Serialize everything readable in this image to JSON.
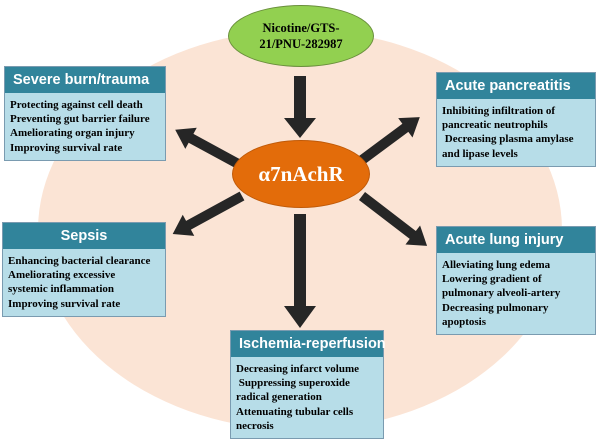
{
  "colors": {
    "background_ellipse": "#fbe4d5",
    "box_header": "#31849b",
    "box_body": "#b7dde8",
    "agonist_ellipse": "#92d050",
    "receptor_ellipse": "#e36c0a",
    "arrow": "#262626"
  },
  "agonists": {
    "line1": "Nicotine/GTS-",
    "line2": "21/PNU-282987"
  },
  "receptor": {
    "label": "α7nAchR"
  },
  "boxes": {
    "burn": {
      "title": "Severe burn/trauma",
      "items": [
        "Protecting against cell death",
        "Preventing gut barrier failure",
        "Ameliorating organ injury",
        "Improving survival rate"
      ]
    },
    "pancreatitis": {
      "title": "Acute pancreatitis",
      "items": [
        "Inhibiting infiltration of",
        "pancreatic neutrophils",
        " Decreasing plasma amylase",
        "and lipase levels"
      ]
    },
    "sepsis": {
      "title": "Sepsis",
      "items": [
        "Enhancing bacterial clearance",
        "Ameliorating excessive",
        "systemic inflammation",
        "Improving survival rate"
      ]
    },
    "lung": {
      "title": "Acute lung injury",
      "items": [
        "Alleviating lung edema",
        "Lowering gradient of",
        "pulmonary alveoli-artery",
        "Decreasing pulmonary",
        "apoptosis"
      ]
    },
    "ischemia": {
      "title": "Ischemia-reperfusion",
      "items": [
        "Decreasing infarct volume",
        " Suppressing superoxide",
        "radical generation",
        "Attenuating tubular cells",
        "necrosis"
      ]
    }
  }
}
